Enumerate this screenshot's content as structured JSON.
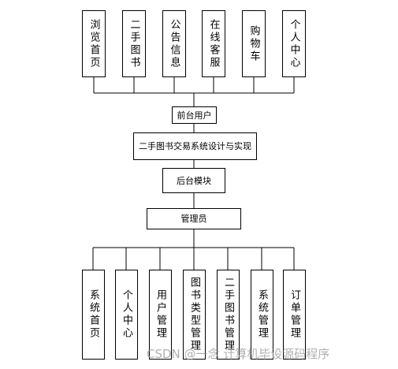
{
  "front_modules": [
    "浏览首页",
    "二手图书",
    "公告信息",
    "在线客服",
    "购物车",
    "个人中心"
  ],
  "front_user": "前台用户",
  "system_title": "二手图书交易系统设计与实现",
  "backend": "后台模块",
  "admin": "管理员",
  "admin_modules": [
    "系统首页",
    "个人中心",
    "用户管理",
    "图书类型管理",
    "二手图书管理",
    "系统管理",
    "订单管理"
  ],
  "watermark": "CSDN @一念 计算机毕设源码程序"
}
